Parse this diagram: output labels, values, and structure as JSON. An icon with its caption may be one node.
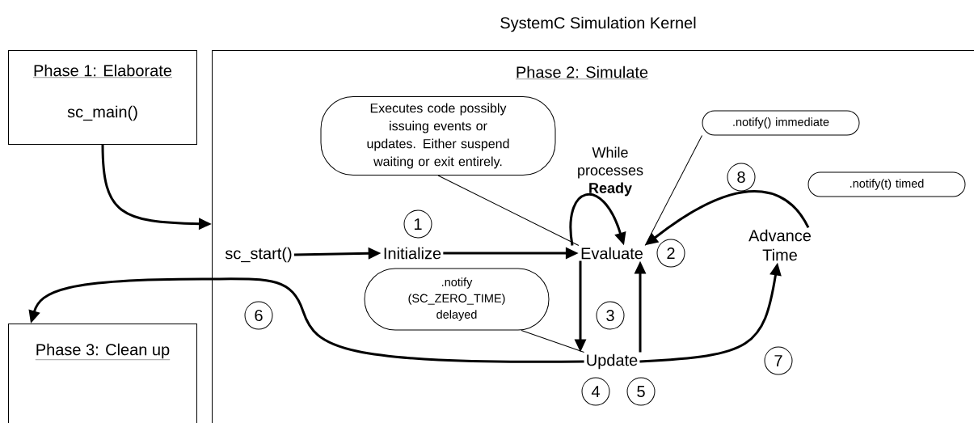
{
  "diagram": {
    "title": "SystemC Simulation Kernel",
    "nodes": [
      {
        "text": [
          "Phase 1: Elaborate",
          "sc_main()"
        ]
      },
      {
        "text": [
          "Phase 2: Simulate"
        ]
      },
      {
        "text": [
          "Phase 3: Clean up"
        ]
      },
      {
        "text": [
          "sc_start()"
        ],
        "in": 1
      },
      {
        "text": [
          "Initialize"
        ],
        "in": 1
      },
      {
        "text": [
          "Evaluate"
        ],
        "in": 1
      },
      {
        "text": [
          "Update"
        ],
        "in": 1
      },
      {
        "text": [
          "Advance Time"
        ],
        "in": 1
      },
      {
        "text": [
          "Executes code possibly issuing events or updates. Either suspend waiting or exit entirely."
        ],
        "in": 1
      },
      {
        "text": [
          ".notify (SC_ZERO_TIME) delayed"
        ],
        "in": 1
      },
      {
        "text": [
          ".notify() immediate"
        ],
        "in": 1
      },
      {
        "text": [
          ".notify(t) timed"
        ],
        "in": 1
      },
      {
        "text": [
          "1"
        ],
        "in": 1
      },
      {
        "text": [
          "2"
        ],
        "in": 1
      },
      {
        "text": [
          "3"
        ],
        "in": 1
      },
      {
        "text": [
          "4"
        ],
        "in": 1
      },
      {
        "text": [
          "5"
        ],
        "in": 1
      },
      {
        "text": [
          "6"
        ],
        "in": 1
      },
      {
        "text": [
          "7"
        ],
        "in": 1
      },
      {
        "text": [
          "8"
        ],
        "in": 1
      }
    ],
    "edges": [
      {
        "from": 0,
        "to": 1,
        "arrow": "to"
      },
      {
        "from": 3,
        "to": 4,
        "arrow": "to"
      },
      {
        "from": 4,
        "to": 5,
        "arrow": "to"
      },
      {
        "from": 5,
        "to": 5,
        "arrow": "to",
        "label": "While processes **Ready**"
      },
      {
        "from": 5,
        "to": 6,
        "arrow": "to"
      },
      {
        "from": 6,
        "to": 5,
        "arrow": "to"
      },
      {
        "from": 6,
        "to": 2,
        "arrow": "to"
      },
      {
        "from": 6,
        "to": 7,
        "arrow": "to"
      },
      {
        "from": 7,
        "to": 5,
        "arrow": "to"
      },
      {
        "from": 8,
        "to": 5,
        "arrow": "none"
      },
      {
        "from": 10,
        "to": 5,
        "arrow": "none"
      },
      {
        "from": 9,
        "to": 6,
        "arrow": "none"
      }
    ]
  }
}
